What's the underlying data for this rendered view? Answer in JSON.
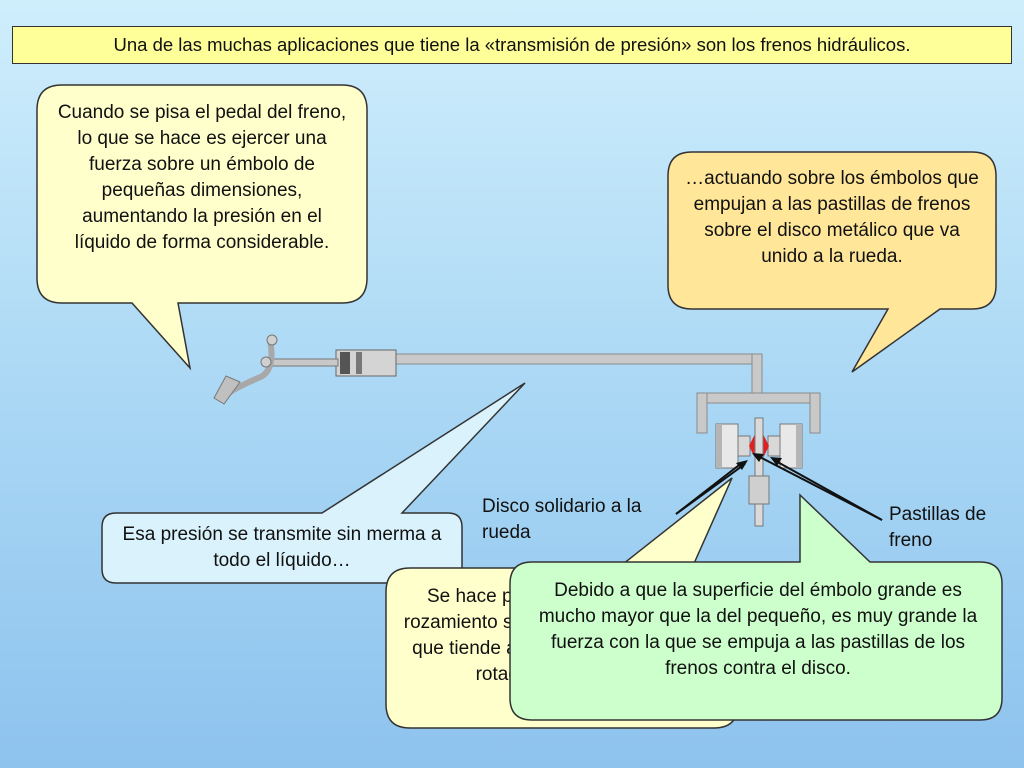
{
  "title": "Una de las muchas aplicaciones que tiene la «transmisión de presión» son los frenos hidráulicos.",
  "bubbles": {
    "pedal": "Cuando se pisa el pedal del freno, lo que se hace es ejercer una fuerza sobre un émbolo de pequeñas dimensiones, aumentando la presión en el líquido de forma considerable.",
    "actuando": "…actuando sobre los émbolos que empujan a las pastillas de frenos sobre el disco metálico que va unido a la rueda.",
    "transmite": "Esa presión se transmite sin merma a todo el líquido…",
    "rozamiento": "Se hace presión por rozamiento sobre el disco que tiende a detener su rotación.",
    "debido": "Debido a que la superficie del émbolo grande es mucho mayor que la del pequeño, es muy grande la fuerza con la que se empuja a las pastillas de los frenos contra el disco."
  },
  "labels": {
    "disco": "Disco solidario a la rueda",
    "pastillas": "Pastillas de freno"
  },
  "colors": {
    "title_bg": "#ffff99",
    "yellow_bubble": "#ffffcc",
    "orange_bubble": "#ffe699",
    "blue_bubble": "#d9f2fb",
    "green_bubble": "#ccffcc",
    "pipe": "#c9c9c9",
    "pad_red": "#e02020"
  }
}
